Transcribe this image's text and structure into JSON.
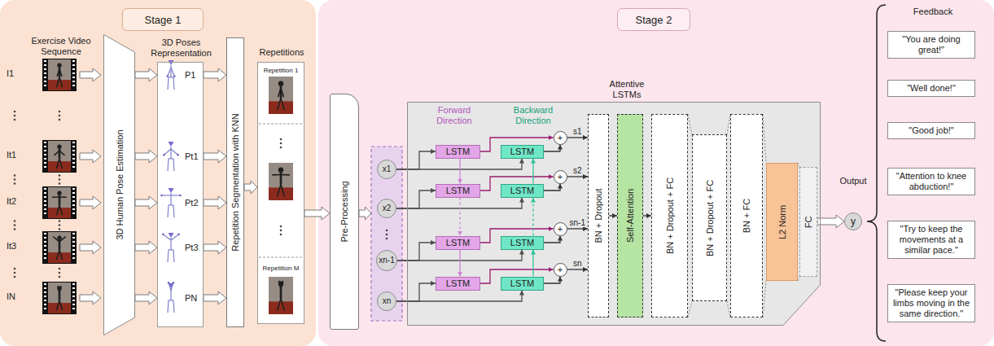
{
  "diagram": {
    "nodes": [
      {
        "text": [
          "Stage 1"
        ]
      },
      {
        "text": [
          "3D Human Pose Estimation"
        ],
        "in": 0
      },
      {
        "text": [
          "3D Poses Representation",
          "P1",
          "Pt1",
          "Pt2",
          "Pt3",
          "PN"
        ],
        "in": 0
      },
      {
        "text": [
          "Repetition Segmentation with KNN"
        ],
        "in": 0
      },
      {
        "text": [
          "Repetitions",
          "Repetition 1",
          "Repetition M"
        ],
        "in": 0
      },
      {
        "text": [
          "Stage 2"
        ]
      },
      {
        "text": [
          "Pre-Processing"
        ],
        "in": 5
      },
      {
        "text": [
          "x1"
        ],
        "in": 5
      },
      {
        "text": [
          "x2"
        ],
        "in": 5
      },
      {
        "text": [
          "xn-1"
        ],
        "in": 5
      },
      {
        "text": [
          "xn"
        ],
        "in": 5
      },
      {
        "text": [
          "Attentive LSTMs",
          "Forward Direction",
          "Backward Direction"
        ],
        "in": 5
      },
      {
        "text": [
          "LSTM"
        ],
        "in": 11
      },
      {
        "text": [
          "LSTM"
        ],
        "in": 11
      },
      {
        "text": [
          "LSTM"
        ],
        "in": 11
      },
      {
        "text": [
          "LSTM"
        ],
        "in": 11
      },
      {
        "text": [
          "LSTM"
        ],
        "in": 11
      },
      {
        "text": [
          "LSTM"
        ],
        "in": 11
      },
      {
        "text": [
          "LSTM"
        ],
        "in": 11
      },
      {
        "text": [
          "LSTM"
        ],
        "in": 11
      },
      {
        "text": [
          "+"
        ],
        "in": 11
      },
      {
        "text": [
          "+"
        ],
        "in": 11
      },
      {
        "text": [
          "+"
        ],
        "in": 11
      },
      {
        "text": [
          "+"
        ],
        "in": 11
      },
      {
        "text": [
          "BN + Dropout"
        ],
        "in": 11
      },
      {
        "text": [
          "Self-Attention"
        ],
        "in": 11
      },
      {
        "text": [
          "BN + Dropout + FC"
        ],
        "in": 11
      },
      {
        "text": [
          "BN + Dropout + FC"
        ],
        "in": 11
      },
      {
        "text": [
          "BN + FC"
        ],
        "in": 11
      },
      {
        "text": [
          "L2 Norm"
        ],
        "in": 11
      },
      {
        "text": [
          "FC"
        ],
        "in": 11
      },
      {
        "text": [
          "Output",
          "y"
        ],
        "in": 5
      },
      {
        "text": [
          "\"You are doing great!\""
        ],
        "in": 5
      },
      {
        "text": [
          "\"Well done!\""
        ],
        "in": 5
      },
      {
        "text": [
          "\"Good job!\""
        ],
        "in": 5
      },
      {
        "text": [
          "\"Attention to knee abduction!\""
        ],
        "in": 5
      },
      {
        "text": [
          "\"Try to keep the movements at a similar pace.\""
        ],
        "in": 5
      },
      {
        "text": [
          "\"Please keep your limbs moving in the same direction.\""
        ],
        "in": 5
      }
    ],
    "edges": [
      {
        "from": 1,
        "to": 2,
        "arrow": "to"
      },
      {
        "from": 1,
        "to": 2,
        "arrow": "to"
      },
      {
        "from": 1,
        "to": 2,
        "arrow": "to"
      },
      {
        "from": 1,
        "to": 2,
        "arrow": "to"
      },
      {
        "from": 1,
        "to": 2,
        "arrow": "to"
      },
      {
        "from": 2,
        "to": 3,
        "arrow": "to"
      },
      {
        "from": 2,
        "to": 3,
        "arrow": "to"
      },
      {
        "from": 2,
        "to": 3,
        "arrow": "to"
      },
      {
        "from": 2,
        "to": 3,
        "arrow": "to"
      },
      {
        "from": 2,
        "to": 3,
        "arrow": "to"
      },
      {
        "from": 3,
        "to": 4,
        "arrow": "to"
      },
      {
        "from": 4,
        "to": 6,
        "arrow": "to"
      },
      {
        "from": 7,
        "to": 12,
        "arrow": "to"
      },
      {
        "from": 7,
        "to": 16,
        "arrow": "to"
      },
      {
        "from": 12,
        "to": 20,
        "arrow": "to"
      },
      {
        "from": 16,
        "to": 20,
        "arrow": "to"
      },
      {
        "from": 20,
        "to": 24,
        "arrow": "to",
        "label": "s1"
      },
      {
        "from": 8,
        "to": 13,
        "arrow": "to"
      },
      {
        "from": 8,
        "to": 17,
        "arrow": "to"
      },
      {
        "from": 13,
        "to": 21,
        "arrow": "to"
      },
      {
        "from": 17,
        "to": 21,
        "arrow": "to"
      },
      {
        "from": 21,
        "to": 24,
        "arrow": "to",
        "label": "s2"
      },
      {
        "from": 9,
        "to": 14,
        "arrow": "to"
      },
      {
        "from": 9,
        "to": 18,
        "arrow": "to"
      },
      {
        "from": 14,
        "to": 22,
        "arrow": "to"
      },
      {
        "from": 18,
        "to": 22,
        "arrow": "to"
      },
      {
        "from": 22,
        "to": 24,
        "arrow": "to",
        "label": "sn-1"
      },
      {
        "from": 10,
        "to": 15,
        "arrow": "to"
      },
      {
        "from": 10,
        "to": 19,
        "arrow": "to"
      },
      {
        "from": 15,
        "to": 23,
        "arrow": "to"
      },
      {
        "from": 19,
        "to": 23,
        "arrow": "to"
      },
      {
        "from": 23,
        "to": 24,
        "arrow": "to",
        "label": "sn"
      },
      {
        "from": 12,
        "to": 13,
        "arrow": "to"
      },
      {
        "from": 13,
        "to": 14,
        "arrow": "to"
      },
      {
        "from": 14,
        "to": 15,
        "arrow": "to"
      },
      {
        "from": 19,
        "to": 18,
        "arrow": "to"
      },
      {
        "from": 18,
        "to": 17,
        "arrow": "to"
      },
      {
        "from": 17,
        "to": 16,
        "arrow": "to"
      },
      {
        "from": 24,
        "to": 25,
        "arrow": "to"
      },
      {
        "from": 25,
        "to": 26,
        "arrow": "to"
      },
      {
        "from": 30,
        "to": 31,
        "arrow": "to"
      }
    ],
    "labels": [
      "Exercise Video Sequence",
      "I1",
      "It1",
      "It2",
      "It3",
      "IN",
      "Feedback"
    ]
  }
}
